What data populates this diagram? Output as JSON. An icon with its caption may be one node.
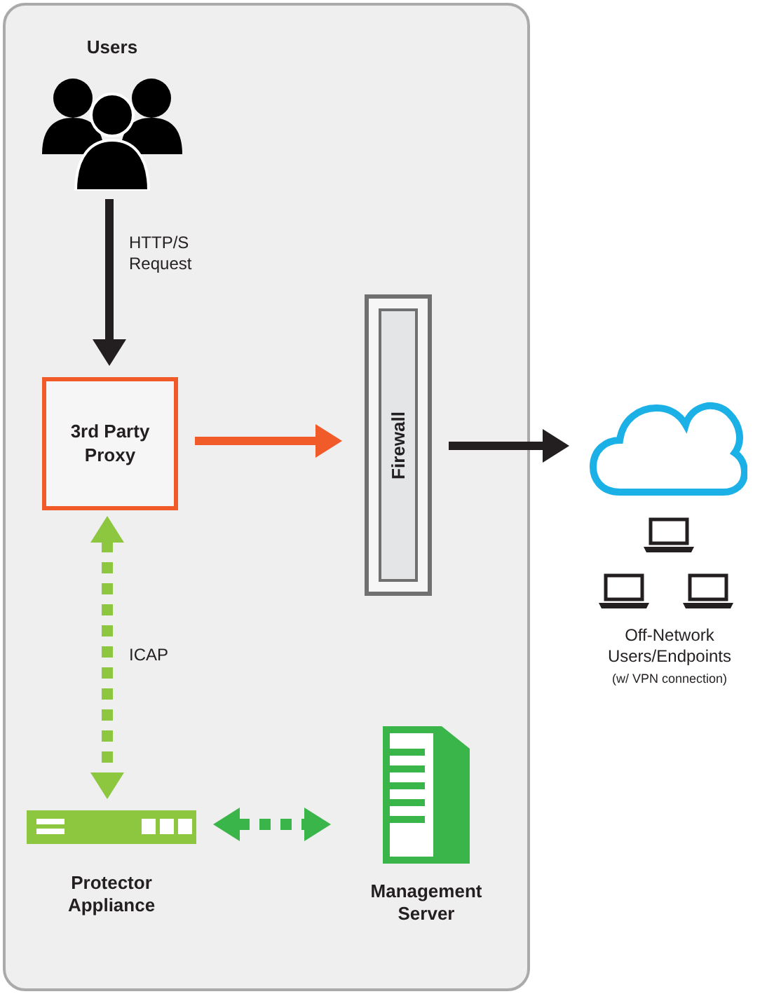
{
  "diagram": {
    "nodes": [
      {
        "text": [],
        "shape": "box"
      },
      {
        "text": [
          "Users"
        ],
        "in": 0
      },
      {
        "text": [
          "3rd Party Proxy"
        ],
        "in": 0
      },
      {
        "text": [
          "Firewall"
        ],
        "in": 0
      },
      {
        "text": [
          "Protector Appliance"
        ],
        "in": 0
      },
      {
        "text": [
          "Management Server"
        ],
        "in": 0
      },
      {
        "text": [],
        "shape": "cloud"
      }
    ],
    "edges": [
      {
        "from": 1,
        "to": 2,
        "arrow": "to",
        "label": "HTTP/S Request",
        "color": "#231f20"
      },
      {
        "from": 2,
        "to": 3,
        "arrow": "to",
        "color": "#f15a29"
      },
      {
        "from": 3,
        "to": 6,
        "arrow": "to",
        "color": "#231f20"
      },
      {
        "from": 2,
        "to": 4,
        "arrow": "both",
        "label": "ICAP",
        "style": "dashed",
        "color": "#8dc63f"
      },
      {
        "from": 4,
        "to": 5,
        "arrow": "both",
        "style": "dashed",
        "color": "#39b54a"
      }
    ],
    "labels": [
      "Off-Network Users/Endpoints",
      "(w/ VPN connection)"
    ]
  }
}
